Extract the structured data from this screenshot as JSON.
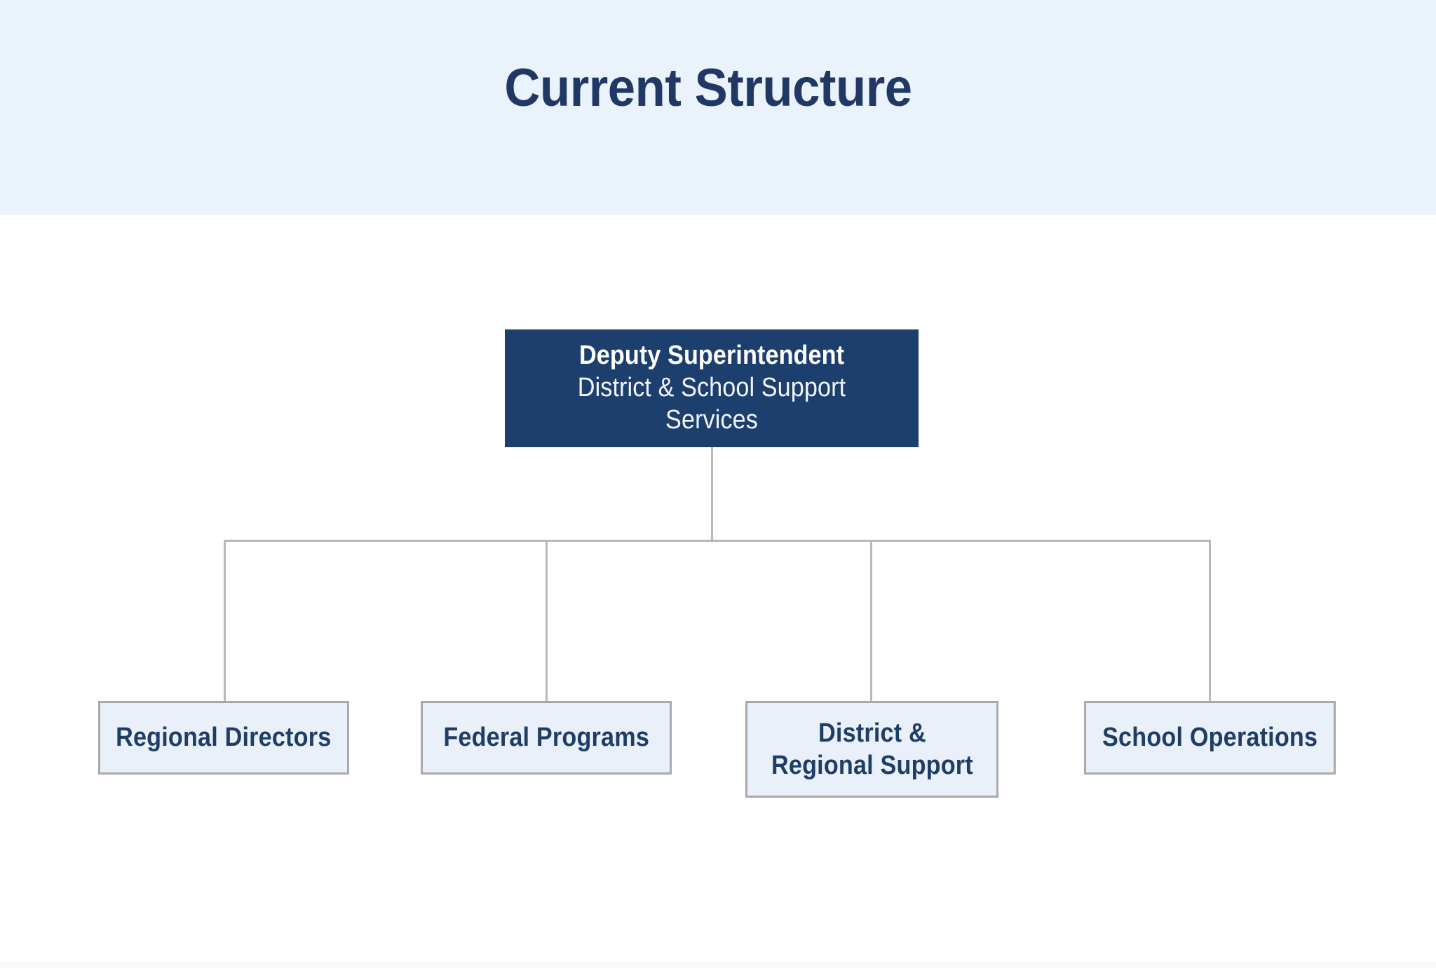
{
  "header": {
    "title": "Current Structure",
    "background_color": "#eaf2fb",
    "title_color": "#203864"
  },
  "chart_data": {
    "type": "diagram",
    "diagram_kind": "organizational-chart",
    "title": "Current Structure",
    "orientation": "top-down",
    "root": {
      "id": "deputy-superintendent",
      "title": "Deputy Superintendent",
      "subtitle": "District & School Support Services",
      "fill_color": "#1c3f6e",
      "text_color": "#ffffff"
    },
    "children": [
      {
        "id": "regional-directors",
        "label": "Regional Directors",
        "fill_color": "#eaf0f9",
        "border_color": "#a9a9ac",
        "text_color": "#1f3e66"
      },
      {
        "id": "federal-programs",
        "label": "Federal Programs",
        "fill_color": "#eaf0f9",
        "border_color": "#a9a9ac",
        "text_color": "#1f3e66"
      },
      {
        "id": "district-regional-support",
        "label": "District &\nRegional Support",
        "fill_color": "#eaf0f9",
        "border_color": "#a9a9ac",
        "text_color": "#1f3e66"
      },
      {
        "id": "school-operations",
        "label": "School Operations",
        "fill_color": "#eaf0f9",
        "border_color": "#a9a9ac",
        "text_color": "#1f3e66"
      }
    ],
    "connector_color": "#b9b9bb",
    "node_count": 5,
    "levels": 2
  }
}
